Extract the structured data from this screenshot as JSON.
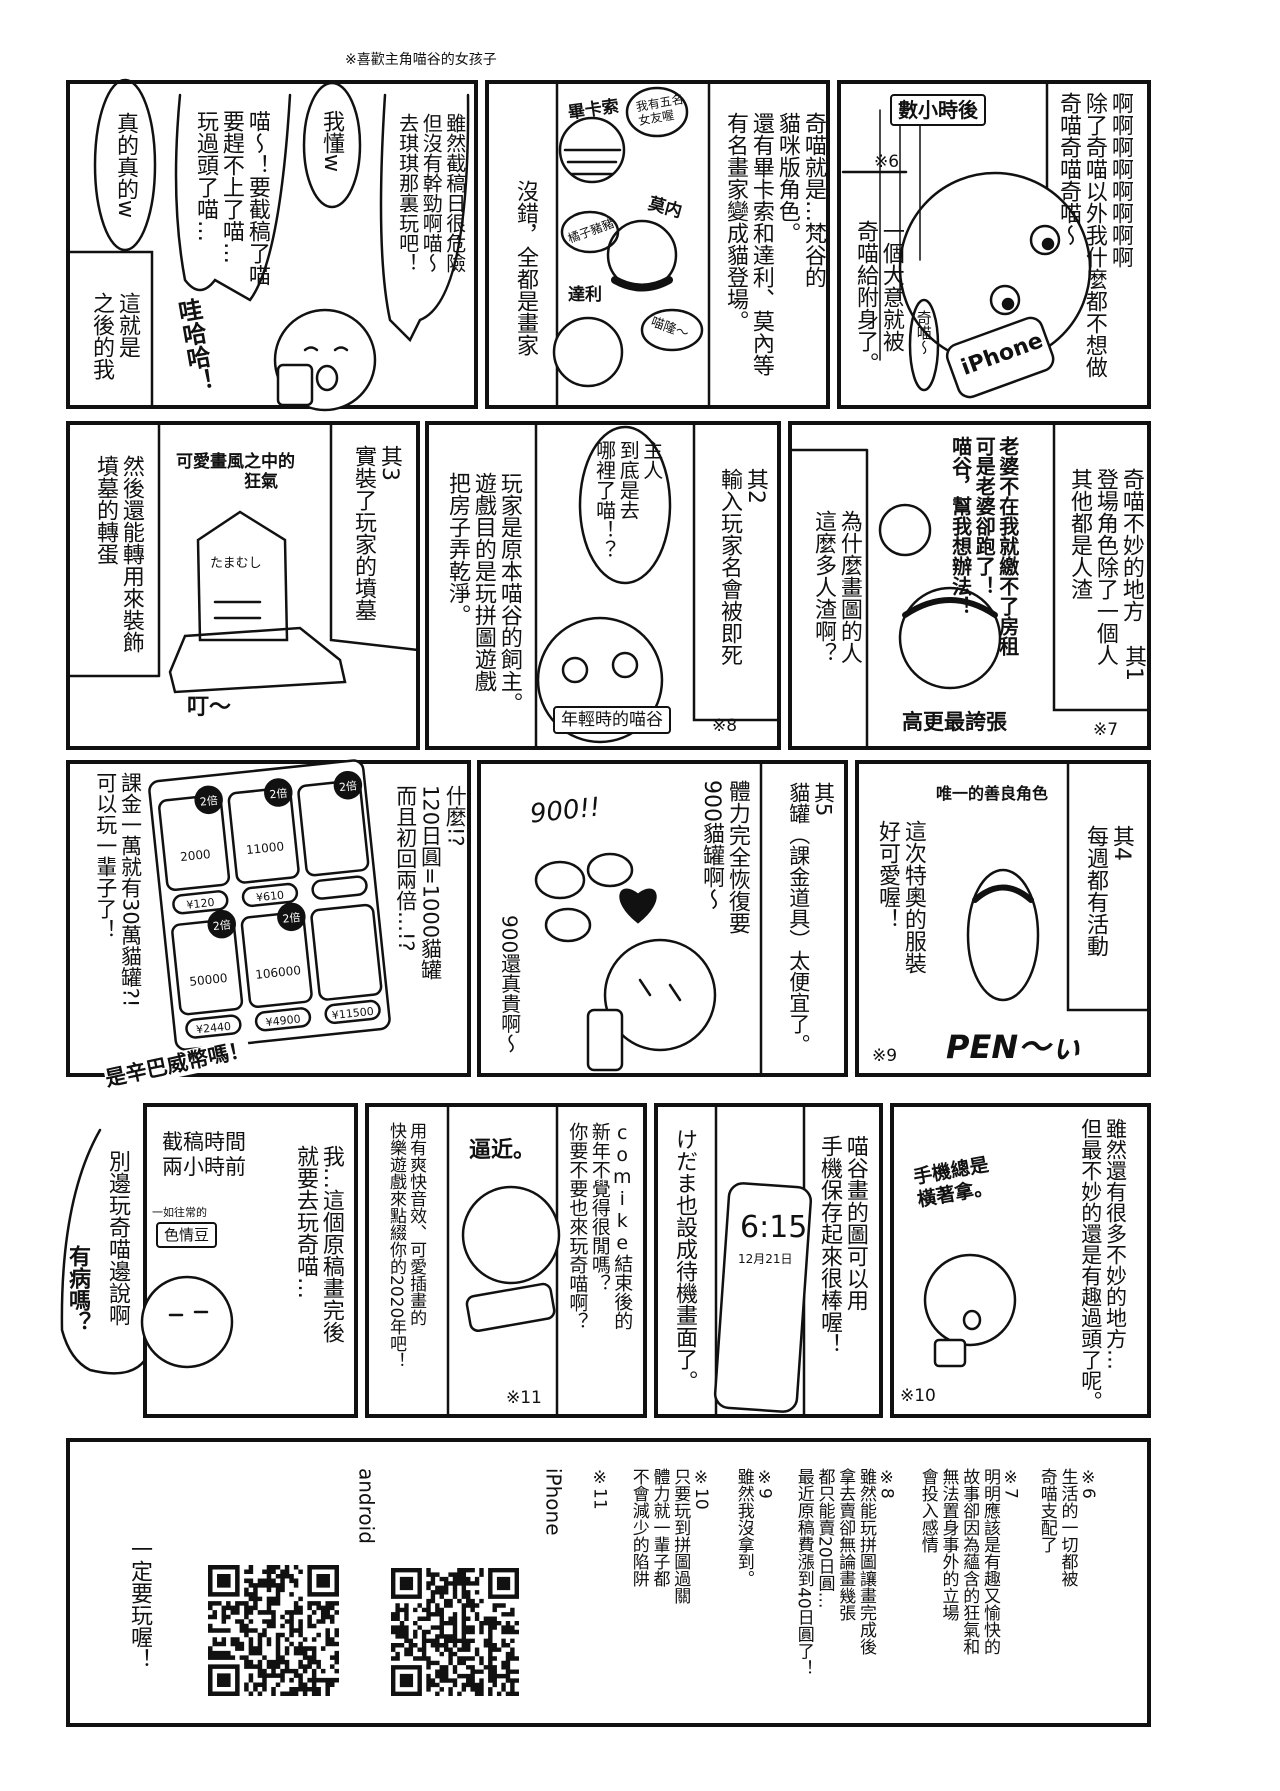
{
  "header_note": "※喜歡主角喵谷的女孩子",
  "row1": {
    "p1": {
      "bubble_kiki": "雖然截稿日很危險\n但沒有幹勁啊喵～\n去琪琪那裏玩吧！",
      "bubble_understand": "我懂w",
      "bubble_deadline": "喵～！要截稿了喵\n要趕不上了喵…\n玩過頭了喵…",
      "bubble_really": "真的真的w",
      "caption_later": "這就是\n之後的我",
      "sfx_laugh": "哇哈哈！"
    },
    "p2": {
      "narration": "奇喵就是…梵谷的\n貓咪版角色。\n還有畢卡索和達利、莫內等\n有名畫家變成貓登場。",
      "caption": "沒錯，全都是畫家",
      "label_picasso": "畢卡索",
      "label_monet": "莫内",
      "label_dali": "達利",
      "bubble_picasso": "我有五名\n女友喔",
      "bubble_monet": "橘子豬豬",
      "bubble_dali": "喵隆～"
    },
    "p3": {
      "narration": "啊啊啊啊啊啊啊啊\n除了奇喵以外我什麼都不想做\n奇喵奇喵奇喵～",
      "time_box": "數小時後",
      "ref": "※6",
      "caption": "一個大意就被\n奇喵給附身了。",
      "phone_label": "iPhone",
      "bubble": "奇喵～"
    }
  },
  "row2": {
    "p4": {
      "point": "其3\n實裝了玩家的墳墓",
      "narration": "然後還能轉用來裝飾\n墳墓的轉蛋",
      "caption": "可愛畫風之中的\n　　　　狂氣",
      "grave_name": "たまむし",
      "sfx": "叮～"
    },
    "p5": {
      "point": "其2\n輸入玩家名會被即死",
      "narration": "玩家是原本喵谷的飼主。\n遊戲目的是玩拼圖遊戲\n把房子弄乾淨。",
      "bubble": "主人\n到底是去\n哪裡了喵！？",
      "caption_box": "年輕時的喵谷",
      "ref": "※8"
    },
    "p6": {
      "narration": "奇喵不妙的地方\n登場角色除了一個人\n其他都是人渣",
      "point": "其1",
      "ref": "※7",
      "shout": "老婆不在我就繳不了房租\n可是老婆卻跑了！\n喵谷，幫我想辦法！",
      "question": "為什麼畫圖的人\n這麼多人渣啊？",
      "caption": "高更最誇張"
    }
  },
  "row3": {
    "p7": {
      "narration": "課金一萬就有30萬貓罐?!\n可以玩一輩子了！",
      "bubble": "什麼!?\n120日圓=1000貓罐\n而且初回兩倍…!?",
      "caption": "是辛巴威幣嗎！",
      "badge": "2倍",
      "shop_items": [
        {
          "amount": "2000",
          "price": "¥120"
        },
        {
          "amount": "11000",
          "price": "¥610"
        },
        {
          "amount": "",
          "price": ""
        },
        {
          "amount": "50000",
          "price": "¥2440"
        },
        {
          "amount": "106000",
          "price": "¥4900"
        },
        {
          "amount": "",
          "price": "¥11500"
        }
      ]
    },
    "p8": {
      "bubble": "體力完全恢復要\n900貓罐啊～",
      "point": "其5\n貓罐（課金道具）太便宜了。",
      "sfx": "900!!",
      "reply": "900還真貴啊～"
    },
    "p9": {
      "point": "其4\n每週都有活動",
      "narration": "這次特奧的服裝\n好可愛喔！",
      "caption": "唯一的善良角色",
      "sfx": "PEN～ぃ",
      "ref": "※9"
    }
  },
  "row4": {
    "p10": {
      "bubble": "別邊玩奇喵邊說啊",
      "retort": "有病嗎？",
      "time_box": "截稿時間\n兩小時前",
      "label_small": "一如往常的",
      "label_box": "色情豆",
      "narration": "我…這個原稿畫完後\n就要去玩奇喵…"
    },
    "p11": {
      "narration": "用有爽快音效、可愛插畫的\n快樂遊戲來點綴你的2020年吧！",
      "sfx": "逼近。",
      "bubble": "comike結束後的\n新年不覺得很閒嗎？\n你要不要也來玩奇喵啊？",
      "ref": "※11"
    },
    "p12": {
      "narration": "けだま也設成待機畫面了。",
      "bubble": "喵谷畫的圖可以用\n手機保存起來很棒喔！",
      "phone_time": "6:15",
      "phone_date": "12月21日"
    },
    "p13": {
      "narration": "雖然還有很多不妙的地方…\n但最不妙的還是有趣過頭了呢。",
      "caption": "手機總是\n橫著拿。",
      "ref": "※10"
    }
  },
  "footer": {
    "notes": [
      "※6\n生活的一切都被\n奇喵支配了",
      "※7\n明明應該是有趣又愉快的\n故事卻因為蘊含的狂氣和\n無法置身事外的立場\n會投入感情",
      "※8\n雖然能玩拼圖讓畫完成後\n拿去賣卻無論畫幾張\n都只能賣20日圓…\n最近原稿費漲到40日圓了！",
      "※9\n雖然我沒拿到。",
      "※10\n只要玩到拼圖過關\n體力就一輩子都\n不會減少的陷阱",
      "※11"
    ],
    "iphone_label": "iPhone",
    "android_label": "android",
    "closing": "一定要玩喔！"
  },
  "colors": {
    "ink": "#111111",
    "paper": "#ffffff"
  }
}
